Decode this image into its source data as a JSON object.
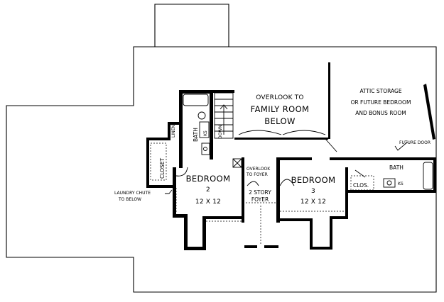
{
  "rooms": {
    "overlook_family": [
      "OVERLOOK TO",
      "FAMILY ROOM",
      "BELOW"
    ],
    "attic": [
      "ATTIC STORAGE",
      "OR FUTURE BEDROOM",
      "AND BONUS ROOM"
    ],
    "bedroom2": [
      "BEDROOM",
      "2",
      "12 X 12"
    ],
    "bedroom3": [
      "BEDROOM",
      "3",
      "12 X 12"
    ],
    "overlook_foyer": [
      "OVERLOOK",
      "TO FOYER"
    ],
    "story_foyer": [
      "2 STORY",
      "FOYER"
    ],
    "bath_left": "BATH",
    "bath_right": "BATH",
    "closet": "CLOSET",
    "clos": "CLOS.",
    "linen": "LINEN",
    "ks_left": "KS",
    "ks_right": "KS",
    "down": "DOWN",
    "laundry": [
      "LAUNDRY CHUTE",
      "TO BELOW"
    ],
    "future_door": "FUTURE DOOR"
  }
}
